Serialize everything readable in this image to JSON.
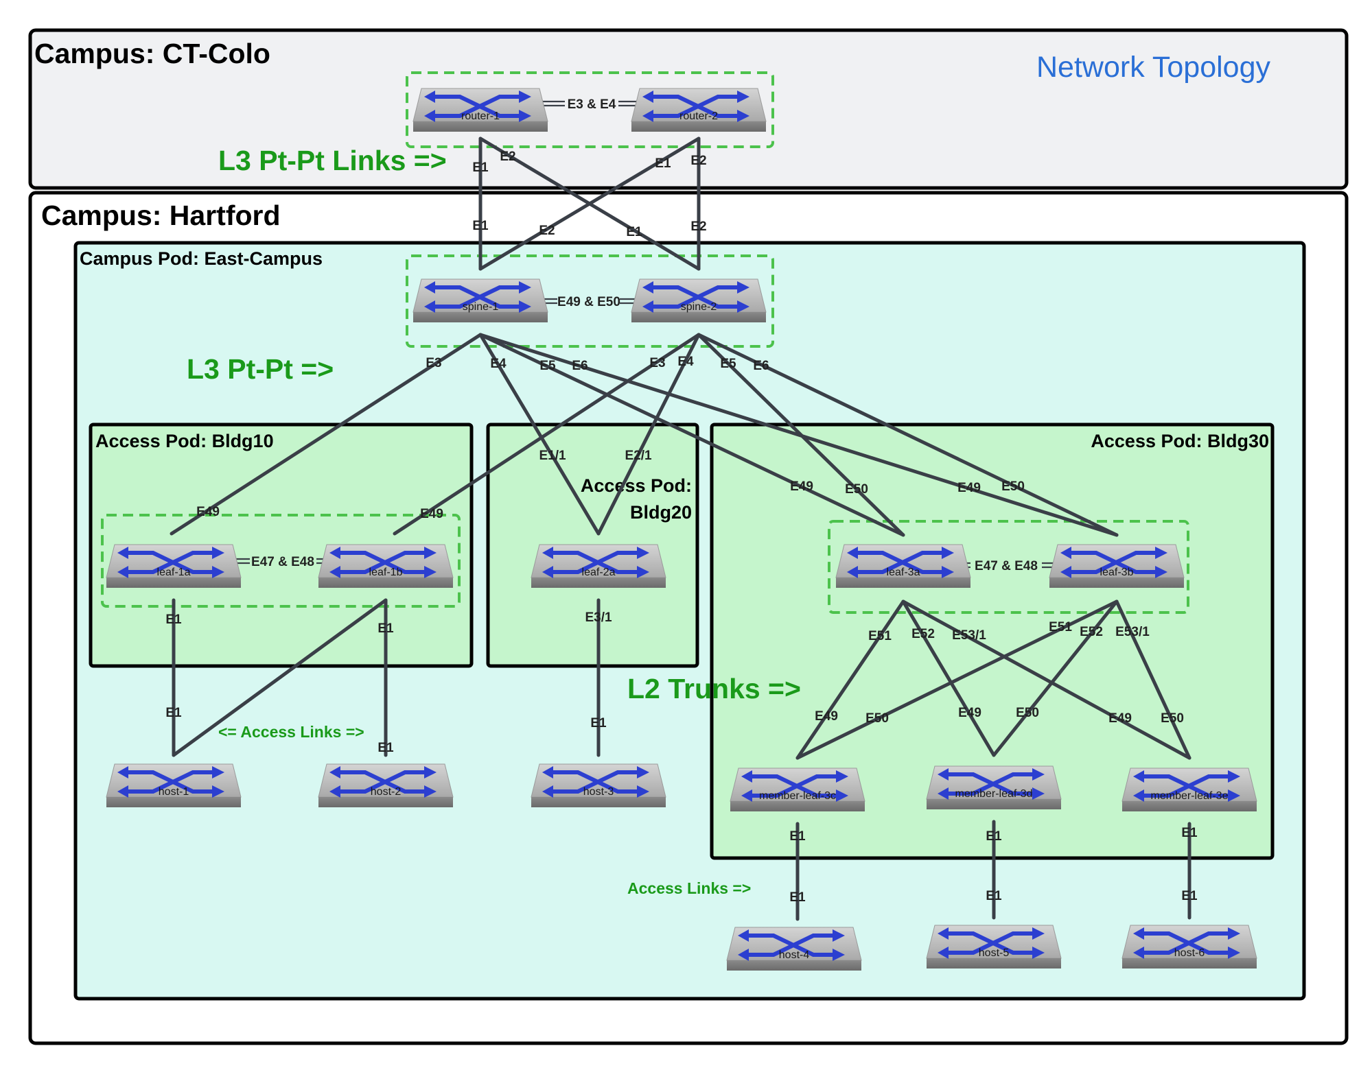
{
  "title": "Network Topology",
  "campus_ctcolo": "Campus: CT-Colo",
  "campus_hartford": "Campus: Hartford",
  "pod_east": "Campus Pod: East-Campus",
  "pod_bldg10": "Access Pod: Bldg10",
  "pod_bldg20_line1": "Access Pod:",
  "pod_bldg20_line2": "Bldg20",
  "pod_bldg30": "Access Pod: Bldg30",
  "annotations": {
    "l3_ptpt_links": "L3 Pt-Pt Links =>",
    "l3_ptpt": "L3 Pt-Pt =>",
    "l2_trunks": "L2 Trunks =>",
    "access_links_left": "<= Access Links =>",
    "access_links_bottom": "Access Links =>"
  },
  "devices": {
    "router1": "router-1",
    "router2": "router-2",
    "spine1": "spine-1",
    "spine2": "spine-2",
    "leaf1a": "leaf-1a",
    "leaf1b": "leaf-1b",
    "leaf2a": "leaf-2a",
    "leaf3a": "leaf-3a",
    "leaf3b": "leaf-3b",
    "ml3c": "member-leaf-3c",
    "ml3d": "member-leaf-3d",
    "ml3e": "member-leaf-3e",
    "host1": "host-1",
    "host2": "host-2",
    "host3": "host-3",
    "host4": "host-4",
    "host5": "host-5",
    "host6": "host-6"
  },
  "pair_links": {
    "routers": "E3 & E4",
    "spines": "E49 & E50",
    "leaf1": "E47 & E48",
    "leaf3": "E47 & E48"
  },
  "ports": {
    "r1_e1": "E1",
    "r1_e2": "E2",
    "r2_e1": "E1",
    "r2_e2": "E2",
    "s1_e1": "E1",
    "s1_e2": "E2",
    "s2_e1": "E1",
    "s2_e2": "E2",
    "s1_e3": "E3",
    "s1_e4": "E4",
    "s1_e5": "E5",
    "s1_e6": "E6",
    "s2_e3": "E3",
    "s2_e4": "E4",
    "s2_e5": "E5",
    "s2_e6": "E6",
    "l1a_e49": "E49",
    "l1b_e49": "E49",
    "l2a_e11": "E1/1",
    "l2a_e21": "E2/1",
    "l3a_e49": "E49",
    "l3a_e50": "E50",
    "l3b_e49": "E49",
    "l3b_e50": "E50",
    "l1a_e1": "E1",
    "l1b_e1": "E1",
    "h1_e1": "E1",
    "h2_e1": "E1",
    "l2a_e31": "E3/1",
    "h3_e1": "E1",
    "l3a_e51": "E51",
    "l3a_e52": "E52",
    "l3a_e531": "E53/1",
    "l3b_e51": "E51",
    "l3b_e52": "E52",
    "l3b_e531": "E53/1",
    "m3c_e49": "E49",
    "m3c_e50": "E50",
    "m3d_e49": "E49",
    "m3d_e50": "E50",
    "m3e_e49": "E49",
    "m3e_e50": "E50",
    "m3c_e1": "E1",
    "m3d_e1": "E1",
    "m3e_e1": "E1",
    "h4_e1": "E1",
    "h5_e1": "E1",
    "h6_e1": "E1"
  },
  "colors": {
    "title_blue": "#2a6fd6",
    "annotation_green": "#1a9a1a",
    "teal_fill": "#d8f8f2",
    "access_fill": "#c5f5cc",
    "colo_fill": "#f0f1f3"
  }
}
